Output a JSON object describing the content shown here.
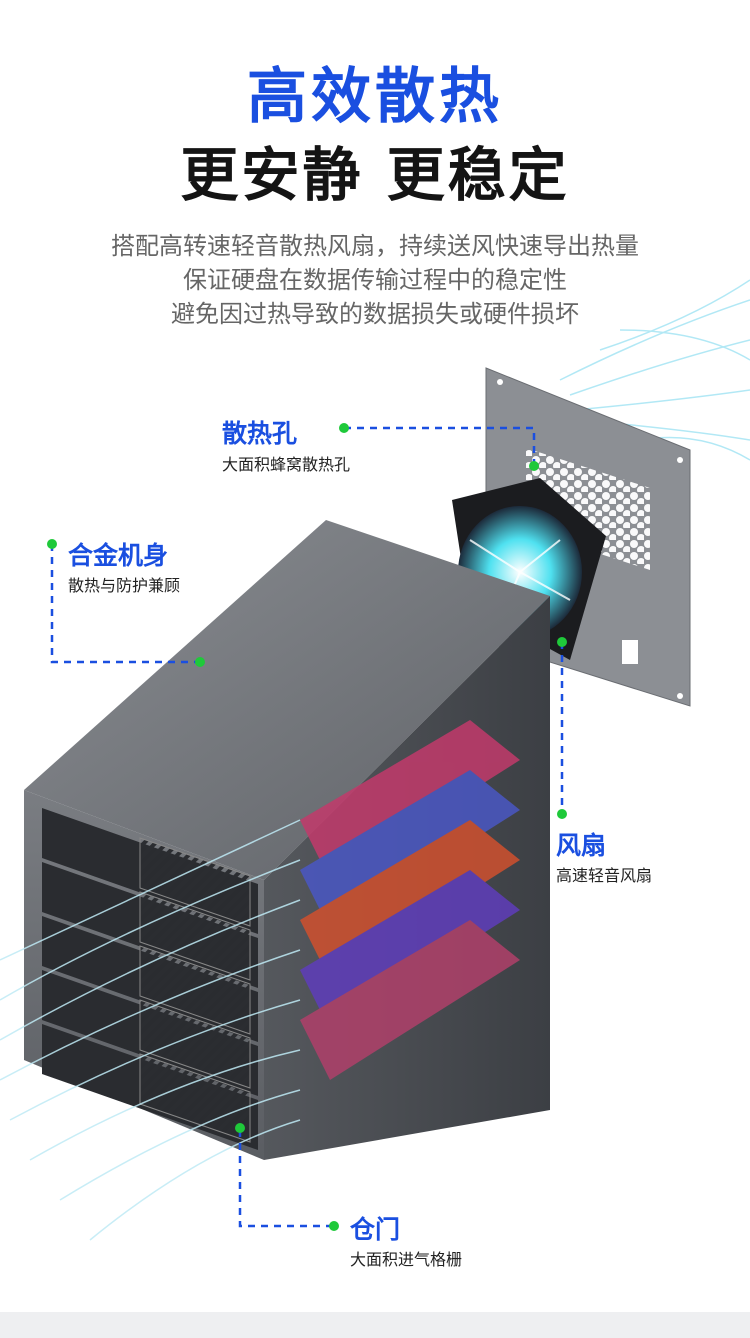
{
  "header": {
    "title": "高效散热",
    "subtitle": "更安静 更稳定"
  },
  "description": [
    "搭配高转速轻音散热风扇，持续送风快速导出热量",
    "保证硬盘在数据传输过程中的稳定性",
    "避免因过热导致的数据损失或硬件损坏"
  ],
  "callouts": {
    "vent_holes": {
      "title": "散热孔",
      "subtitle": "大面积蜂窝散热孔"
    },
    "alloy_body": {
      "title": "合金机身",
      "subtitle": "散热与防护兼顾"
    },
    "fan": {
      "title": "风扇",
      "subtitle": "高速轻音风扇"
    },
    "bay_door": {
      "title": "仓门",
      "subtitle": "大面积进气格栅"
    }
  },
  "colors": {
    "accent_blue": "#1a4fe0",
    "marker_green": "#1fc93a",
    "enclosure_gray": "#6e7176"
  }
}
